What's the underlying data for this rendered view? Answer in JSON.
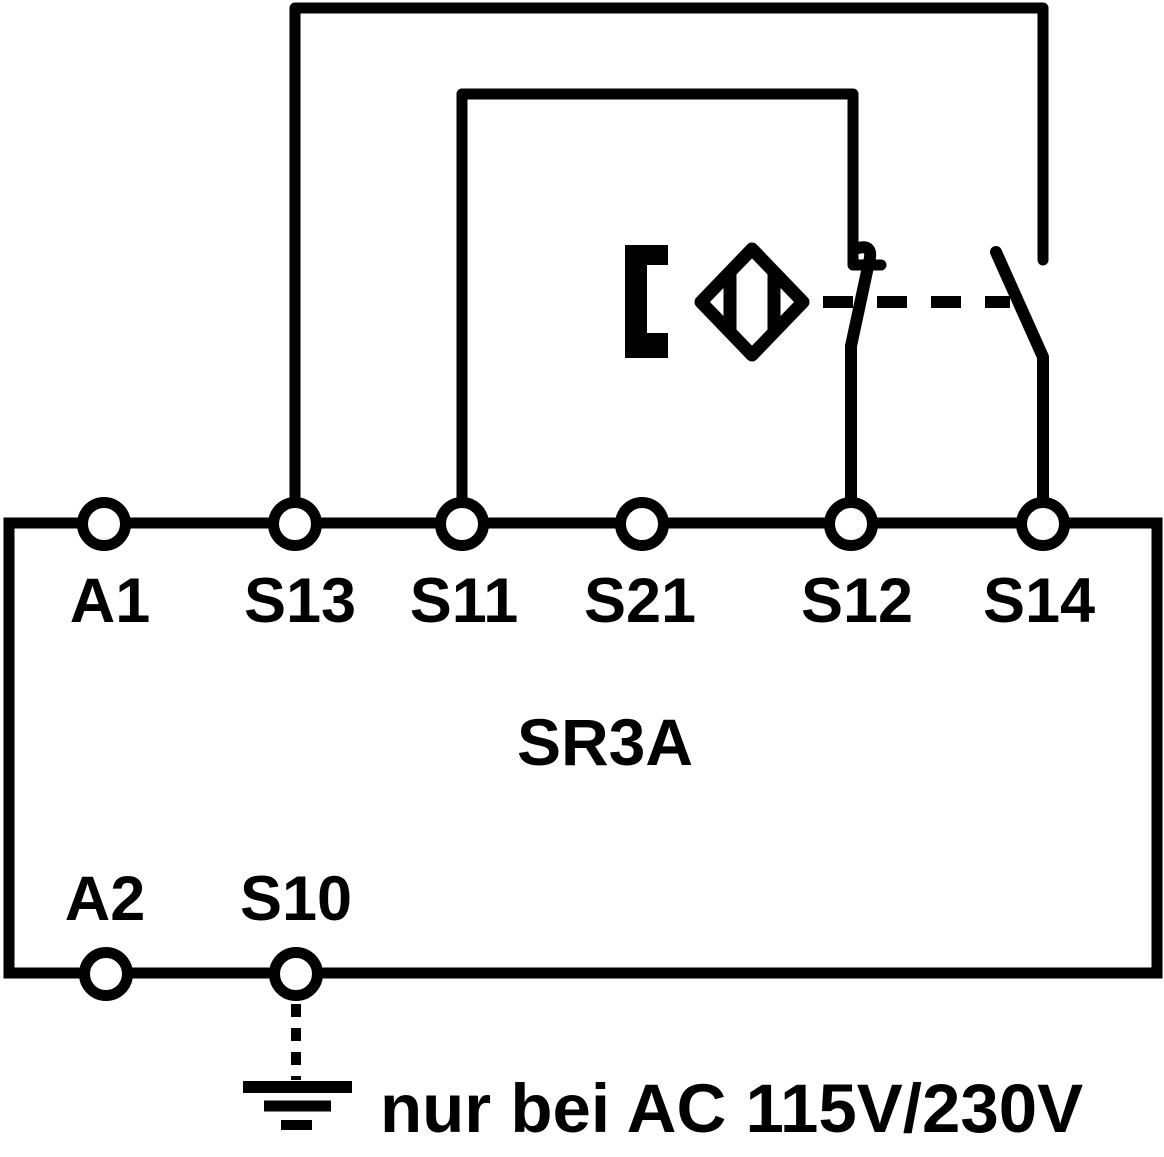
{
  "colors": {
    "line": "#000000",
    "background": "#ffffff"
  },
  "device": {
    "label": "SR3A"
  },
  "terminals": {
    "top": [
      {
        "label": "A1"
      },
      {
        "label": "S13"
      },
      {
        "label": "S11"
      },
      {
        "label": "S21"
      },
      {
        "label": "S12"
      },
      {
        "label": "S14"
      }
    ],
    "bottom": [
      {
        "label": "A2"
      },
      {
        "label": "S10"
      }
    ]
  },
  "sensor": {
    "icons": [
      "magnet-actuator-icon",
      "magnetic-proximity-sensor-icon",
      "nc-contact-icon",
      "no-contact-icon",
      "mechanical-link-icon"
    ]
  },
  "annotation": {
    "ground_note": "nur bei AC 115V/230V"
  }
}
